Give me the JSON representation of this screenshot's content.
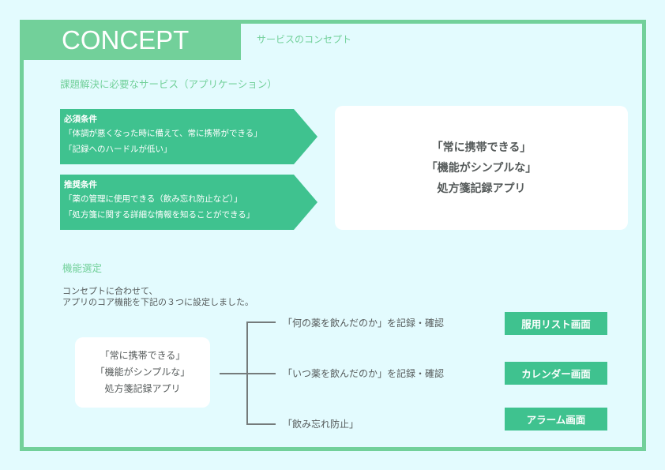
{
  "header": {
    "title": "CONCEPT",
    "subtitle": "サービスのコンセプト"
  },
  "section1": {
    "title": "課題解決に必要なサービス（アプリケーション）",
    "required": {
      "heading": "必須条件",
      "lines": [
        "「体調が悪くなった時に備えて、常に携帯ができる」",
        "「記録へのハードルが低い」"
      ]
    },
    "recommended": {
      "heading": "推奨条件",
      "lines": [
        "「薬の管理に使用できる（飲み忘れ防止など）」",
        "「処方箋に関する詳細な情報を知ることができる」"
      ]
    },
    "concept_card": {
      "lines": [
        "「常に携帯できる」",
        "「機能がシンプルな」",
        "処方箋記録アプリ"
      ]
    }
  },
  "section2": {
    "title": "機能選定",
    "intro": [
      "コンセプトに合わせて、",
      "アプリのコア機能を下記の３つに設定しました。"
    ],
    "concept_card": {
      "lines": [
        "「常に携帯できる」",
        "「機能がシンプルな」",
        "処方箋記録アプリ"
      ]
    },
    "features": [
      {
        "text": "「何の薬を飲んだのか」を記録・確認",
        "screen": "服用リスト画面"
      },
      {
        "text": "「いつ薬を飲んだのか」を記録・確認",
        "screen": "カレンダー画面"
      },
      {
        "text": "「飲み忘れ防止」",
        "screen": "アラーム画面"
      }
    ]
  },
  "colors": {
    "background": "#e3fbfe",
    "frame": "#72d09a",
    "accent": "#3fc28f",
    "text": "#555a5a",
    "connector": "#757b7b"
  }
}
